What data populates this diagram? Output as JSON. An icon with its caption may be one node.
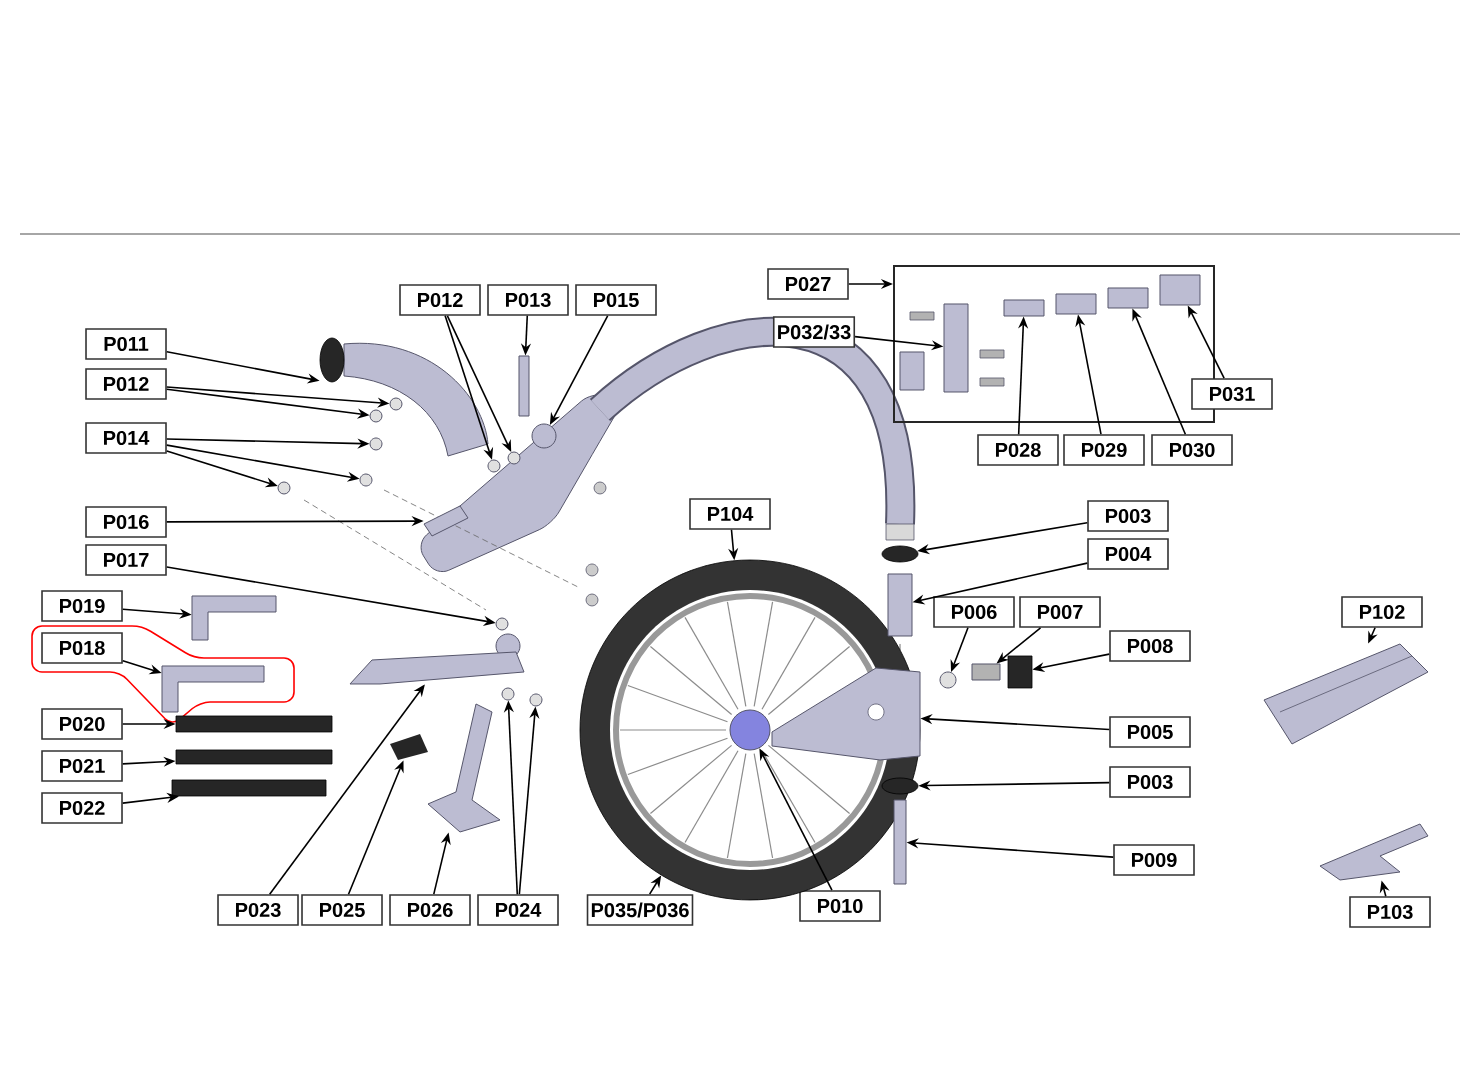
{
  "diagram": {
    "nodes": [
      {
        "text": [
          "P011"
        ]
      },
      {
        "text": [
          "P012"
        ]
      },
      {
        "text": [
          "P014"
        ]
      },
      {
        "text": [
          "P016"
        ]
      },
      {
        "text": [
          "P017"
        ]
      },
      {
        "text": [
          "P012"
        ]
      },
      {
        "text": [
          "P013"
        ]
      },
      {
        "text": [
          "P015"
        ]
      },
      {
        "text": [
          "P019"
        ]
      },
      {
        "text": [
          "P018"
        ]
      },
      {
        "text": [
          "P020"
        ]
      },
      {
        "text": [
          "P021"
        ]
      },
      {
        "text": [
          "P022"
        ]
      },
      {
        "text": [
          "P023"
        ]
      },
      {
        "text": [
          "P025"
        ]
      },
      {
        "text": [
          "P026"
        ]
      },
      {
        "text": [
          "P024"
        ]
      },
      {
        "text": [
          "P035/P036"
        ]
      },
      {
        "text": [
          "P104"
        ]
      },
      {
        "text": [
          "P027"
        ]
      },
      {
        "text": [],
        "shape": "box"
      },
      {
        "text": [
          "P032/33"
        ]
      },
      {
        "text": [
          "P028"
        ]
      },
      {
        "text": [
          "P029"
        ]
      },
      {
        "text": [
          "P030"
        ]
      },
      {
        "text": [
          "P031"
        ]
      },
      {
        "text": [
          "P003"
        ]
      },
      {
        "text": [
          "P004"
        ]
      },
      {
        "text": [
          "P006"
        ]
      },
      {
        "text": [
          "P007"
        ]
      },
      {
        "text": [
          "P008"
        ]
      },
      {
        "text": [
          "P005"
        ]
      },
      {
        "text": [
          "P003"
        ]
      },
      {
        "text": [
          "P009"
        ]
      },
      {
        "text": [
          "P010"
        ]
      },
      {
        "text": [
          "P102"
        ]
      },
      {
        "text": [
          "P103"
        ]
      },
      {
        "text": [],
        "shape": "box",
        "in": 20
      },
      {
        "text": [],
        "shape": "box",
        "in": 20
      },
      {
        "text": [],
        "shape": "box",
        "in": 20
      },
      {
        "text": [],
        "shape": "box",
        "in": 20
      },
      {
        "text": [],
        "shape": "box",
        "in": 20
      },
      {
        "text": [],
        "shape": "picture"
      },
      {
        "text": [],
        "shape": "circle"
      },
      {
        "text": [],
        "shape": "circle"
      },
      {
        "text": [],
        "shape": "circle"
      },
      {
        "text": [],
        "shape": "circle"
      },
      {
        "text": [],
        "shape": "circle"
      },
      {
        "text": [],
        "shape": "picture"
      },
      {
        "text": [],
        "shape": "circle"
      },
      {
        "text": [],
        "shape": "circle"
      },
      {
        "text": [],
        "shape": "circle"
      },
      {
        "text": [],
        "shape": "box"
      },
      {
        "text": [],
        "shape": "circle"
      },
      {
        "text": [],
        "shape": "picture"
      },
      {
        "text": [],
        "shape": "picture"
      },
      {
        "text": [],
        "shape": "bar"
      },
      {
        "text": [],
        "shape": "bar"
      },
      {
        "text": [],
        "shape": "bar"
      },
      {
        "text": [],
        "shape": "picture"
      },
      {
        "text": [],
        "shape": "picture"
      },
      {
        "text": [],
        "shape": "picture"
      },
      {
        "text": [],
        "shape": "circle"
      },
      {
        "text": [],
        "shape": "circle"
      },
      {
        "text": [],
        "shape": "picture"
      },
      {
        "text": [],
        "shape": "ellipse"
      },
      {
        "text": [],
        "shape": "box"
      },
      {
        "text": [],
        "shape": "circle"
      },
      {
        "text": [],
        "shape": "box"
      },
      {
        "text": [],
        "shape": "box"
      },
      {
        "text": [],
        "shape": "picture",
        "in": 64
      },
      {
        "text": [],
        "shape": "ellipse",
        "in": 64
      },
      {
        "text": [],
        "shape": "box"
      },
      {
        "text": [],
        "shape": "circle",
        "in": 64
      },
      {
        "text": [],
        "shape": "picture"
      },
      {
        "text": [],
        "shape": "picture"
      }
    ],
    "edges": [
      {
        "from": 0,
        "to": 42,
        "arrow": "to"
      },
      {
        "from": 1,
        "to": 43,
        "arrow": "to"
      },
      {
        "from": 1,
        "to": 44,
        "arrow": "to"
      },
      {
        "from": 2,
        "to": 45,
        "arrow": "to"
      },
      {
        "from": 2,
        "to": 46,
        "arrow": "to"
      },
      {
        "from": 2,
        "to": 47,
        "arrow": "to"
      },
      {
        "from": 3,
        "to": 48,
        "arrow": "to"
      },
      {
        "from": 4,
        "to": 49,
        "arrow": "to"
      },
      {
        "from": 5,
        "to": 50,
        "arrow": "to"
      },
      {
        "from": 5,
        "to": 51,
        "arrow": "to"
      },
      {
        "from": 6,
        "to": 52,
        "arrow": "to"
      },
      {
        "from": 7,
        "to": 53,
        "arrow": "to"
      },
      {
        "from": 8,
        "to": 54,
        "arrow": "to"
      },
      {
        "from": 9,
        "to": 55,
        "arrow": "to"
      },
      {
        "from": 10,
        "to": 56,
        "arrow": "to"
      },
      {
        "from": 11,
        "to": 57,
        "arrow": "to"
      },
      {
        "from": 12,
        "to": 58,
        "arrow": "to"
      },
      {
        "from": 13,
        "to": 59,
        "arrow": "to"
      },
      {
        "from": 14,
        "to": 60,
        "arrow": "to"
      },
      {
        "from": 15,
        "to": 61,
        "arrow": "to"
      },
      {
        "from": 16,
        "to": 62,
        "arrow": "to"
      },
      {
        "from": 16,
        "to": 63,
        "arrow": "to"
      },
      {
        "from": 17,
        "to": 64,
        "arrow": "to"
      },
      {
        "from": 18,
        "to": 64,
        "arrow": "to"
      },
      {
        "from": 19,
        "to": 20,
        "arrow": "to"
      },
      {
        "from": 21,
        "to": 37,
        "arrow": "to"
      },
      {
        "from": 22,
        "to": 38,
        "arrow": "to"
      },
      {
        "from": 23,
        "to": 39,
        "arrow": "to"
      },
      {
        "from": 24,
        "to": 40,
        "arrow": "to"
      },
      {
        "from": 25,
        "to": 41,
        "arrow": "to"
      },
      {
        "from": 26,
        "to": 65,
        "arrow": "to"
      },
      {
        "from": 27,
        "to": 66,
        "arrow": "to"
      },
      {
        "from": 28,
        "to": 67,
        "arrow": "to"
      },
      {
        "from": 29,
        "to": 68,
        "arrow": "to"
      },
      {
        "from": 30,
        "to": 69,
        "arrow": "to"
      },
      {
        "from": 31,
        "to": 70,
        "arrow": "to"
      },
      {
        "from": 32,
        "to": 71,
        "arrow": "to"
      },
      {
        "from": 33,
        "to": 72,
        "arrow": "to"
      },
      {
        "from": 34,
        "to": 73,
        "arrow": "to"
      },
      {
        "from": 35,
        "to": 74,
        "arrow": "to"
      },
      {
        "from": 36,
        "to": 75,
        "arrow": "to"
      }
    ]
  }
}
